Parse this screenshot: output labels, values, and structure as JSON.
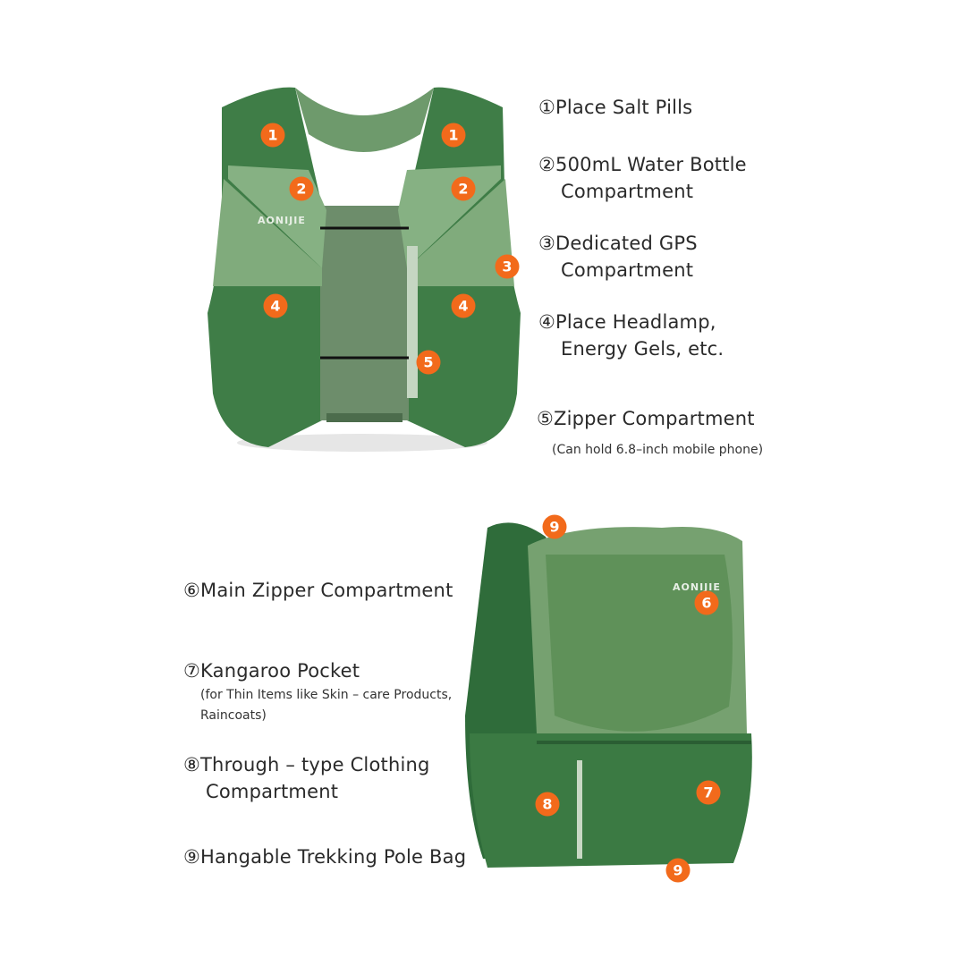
{
  "front_view": {
    "brand_logo": "AONIJIE",
    "markers": [
      "1",
      "1",
      "2",
      "2",
      "3",
      "4",
      "4",
      "5"
    ]
  },
  "back_view": {
    "brand_logo": "AONIJIE",
    "markers": [
      "9",
      "6",
      "7",
      "8",
      "9"
    ]
  },
  "features_top": [
    {
      "line1": "①Place Salt Pills"
    },
    {
      "line1": "②500mL Water Bottle",
      "line2": "Compartment"
    },
    {
      "line1": "③Dedicated GPS",
      "line2": "Compartment"
    },
    {
      "line1": "④Place Headlamp,",
      "line2": "Energy Gels, etc."
    },
    {
      "line1": "⑤Zipper Compartment",
      "note": "(Can hold 6.8–inch mobile phone)"
    }
  ],
  "features_bottom": [
    {
      "line1": "⑥Main Zipper Compartment"
    },
    {
      "line1": "⑦Kangaroo Pocket",
      "note1": "(for Thin Items like Skin – care Products,",
      "note2": "Raincoats)"
    },
    {
      "line1": "⑧Through – type Clothing",
      "line2": "Compartment"
    },
    {
      "line1": "⑨Hangable Trekking Pole Bag"
    }
  ],
  "colors": {
    "marker": "#f26a1b",
    "vest_dark": "#3f7a45",
    "vest_light": "#7fa97b"
  }
}
